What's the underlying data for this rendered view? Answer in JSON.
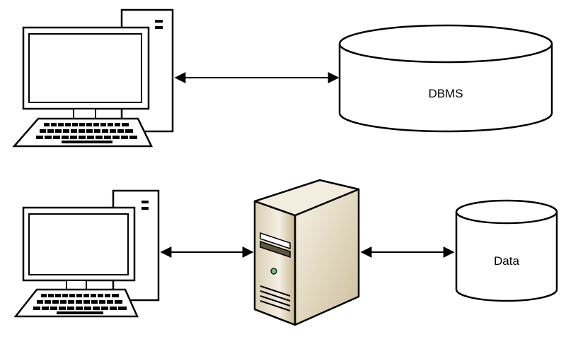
{
  "labels": {
    "dbms": "DBMS",
    "data": "Data"
  },
  "icons": {
    "client_top": "desktop-computer-icon",
    "client_bottom": "desktop-computer-icon",
    "app_server": "server-tower-icon",
    "database_top": "cylinder-database-icon",
    "database_bottom": "cylinder-database-icon"
  },
  "colors": {
    "stroke": "#000000",
    "server_body": "#e9e0cc",
    "server_shade": "#b9aa86"
  },
  "connections": [
    {
      "from": "client-top",
      "to": "dbms-cylinder",
      "direction": "both"
    },
    {
      "from": "client-bottom",
      "to": "app-server",
      "direction": "both"
    },
    {
      "from": "app-server",
      "to": "data-cylinder",
      "direction": "both"
    }
  ]
}
